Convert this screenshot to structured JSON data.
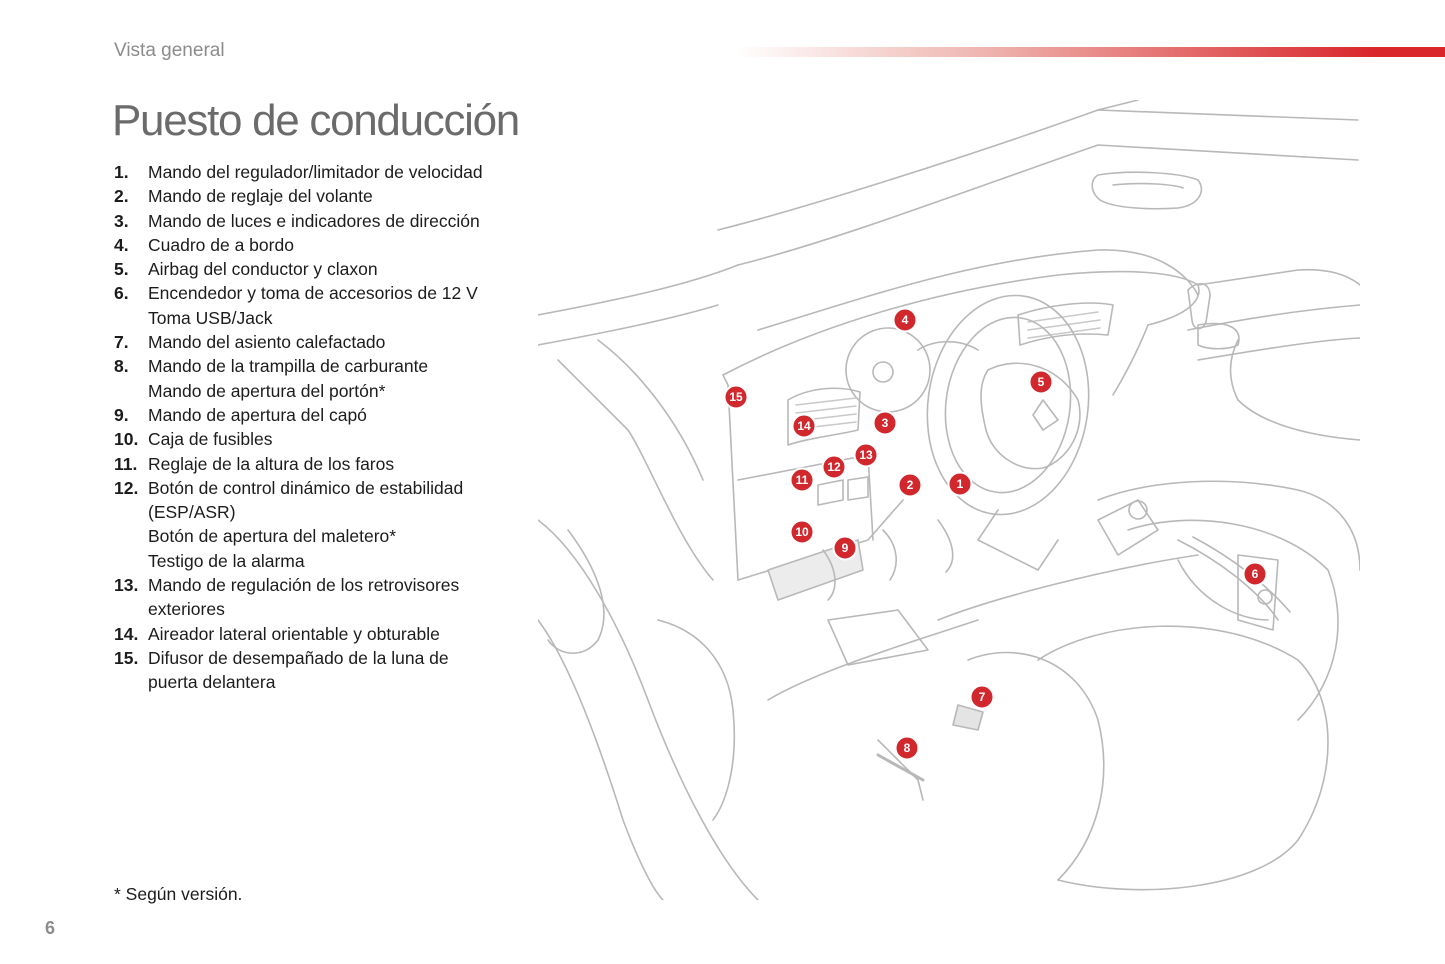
{
  "header": {
    "section": "Vista general",
    "accent_color": "#d9262b"
  },
  "title": "Puesto de conducción",
  "legend": [
    {
      "number": "1.",
      "lines": [
        "Mando del regulador/limitador de velocidad"
      ]
    },
    {
      "number": "2.",
      "lines": [
        "Mando de reglaje del volante"
      ]
    },
    {
      "number": "3.",
      "lines": [
        "Mando de luces e indicadores de dirección"
      ]
    },
    {
      "number": "4.",
      "lines": [
        "Cuadro de a bordo"
      ]
    },
    {
      "number": "5.",
      "lines": [
        "Airbag del conductor y claxon"
      ]
    },
    {
      "number": "6.",
      "lines": [
        "Encendedor y toma de accesorios de 12 V",
        "Toma USB/Jack"
      ]
    },
    {
      "number": "7.",
      "lines": [
        "Mando del asiento calefactado"
      ]
    },
    {
      "number": "8.",
      "lines": [
        "Mando de la trampilla de carburante",
        "Mando de apertura del portón*"
      ]
    },
    {
      "number": "9.",
      "lines": [
        "Mando de apertura del capó"
      ]
    },
    {
      "number": "10.",
      "lines": [
        "Caja de fusibles"
      ]
    },
    {
      "number": "11.",
      "lines": [
        "Reglaje de la altura de los faros"
      ]
    },
    {
      "number": "12.",
      "lines": [
        "Botón de control dinámico de estabilidad",
        "(ESP/ASR)",
        "Botón de apertura del maletero*",
        "Testigo de la alarma"
      ]
    },
    {
      "number": "13.",
      "lines": [
        "Mando de regulación de los retrovisores",
        "exteriores"
      ]
    },
    {
      "number": "14.",
      "lines": [
        "Aireador lateral orientable y obturable"
      ]
    },
    {
      "number": "15.",
      "lines": [
        "Difusor de desempañado de la luna de",
        "puerta delantera"
      ]
    }
  ],
  "illustration": {
    "callout_color": "#d0282d",
    "callouts": [
      "1",
      "2",
      "3",
      "4",
      "5",
      "6",
      "7",
      "8",
      "9",
      "10",
      "11",
      "12",
      "13",
      "14",
      "15"
    ]
  },
  "footnote": "* Según versión.",
  "page_number": "6"
}
